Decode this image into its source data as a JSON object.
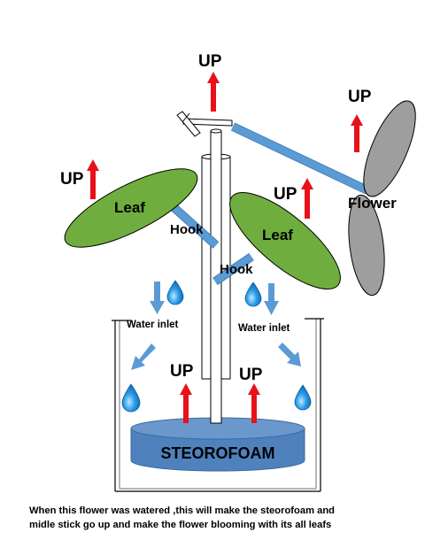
{
  "labels": {
    "up": "UP",
    "leaf": "Leaf",
    "hook": "Hook",
    "flower": "Flower",
    "water_inlet": "Water inlet",
    "steorofoam": "STEOROFOAM"
  },
  "caption": {
    "line1": "When this flower was watered ,this will make the steorofoam and",
    "line2": "midle stick go up and make the flower blooming with its all leafs"
  },
  "colors": {
    "up_arrow": "#e8111a",
    "leaf": "#6fae3e",
    "petal": "#9e9e9e",
    "hook": "#5b9bd5",
    "water": "#1e90e0",
    "steorofoam": "#4f81bd",
    "outline": "#000000"
  }
}
